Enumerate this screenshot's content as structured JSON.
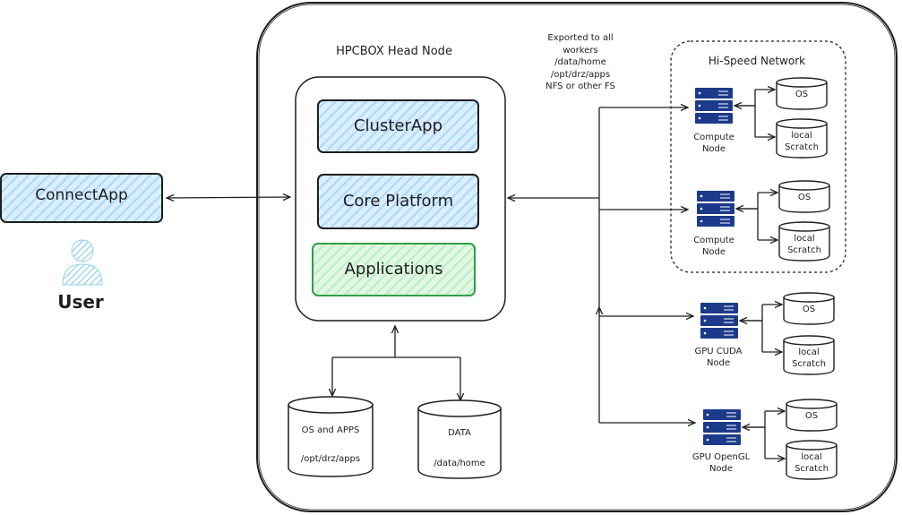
{
  "colors": {
    "stroke": "#1e1e1e",
    "blue_fill": "#a5d8ff",
    "blue_border": "#1e1e1e",
    "green_fill": "#b2f2bb",
    "green_border": "#2f9e44",
    "server_blue": "#1c3a8a",
    "user_cyan": "#8fd3e8"
  },
  "user": {
    "connectapp_label": "ConnectApp",
    "user_label": "User"
  },
  "head_node": {
    "title": "HPCBOX Head Node",
    "clusterapp": "ClusterApp",
    "core_platform": "Core Platform",
    "applications": "Applications"
  },
  "storage": {
    "os_apps_title": "OS and APPS",
    "os_apps_path": "/opt/drz/apps",
    "data_title": "DATA",
    "data_path": "/data/home"
  },
  "export_note": {
    "line1": "Exported to all",
    "line2": "workers",
    "line3": "/data/home",
    "line4": "/opt/drz/apps",
    "line5": "NFS or other FS"
  },
  "network": {
    "title": "Hi-Speed Network"
  },
  "nodes": [
    {
      "name_line1": "Compute",
      "name_line2": "Node",
      "os": "OS",
      "scratch_line1": "local",
      "scratch_line2": "Scratch"
    },
    {
      "name_line1": "Compute",
      "name_line2": "Node",
      "os": "OS",
      "scratch_line1": "local",
      "scratch_line2": "Scratch"
    },
    {
      "name_line1": "GPU CUDA",
      "name_line2": "Node",
      "os": "OS",
      "scratch_line1": "local",
      "scratch_line2": "Scratch"
    },
    {
      "name_line1": "GPU OpenGL",
      "name_line2": "Node",
      "os": "OS",
      "scratch_line1": "local",
      "scratch_line2": "Scratch"
    }
  ]
}
